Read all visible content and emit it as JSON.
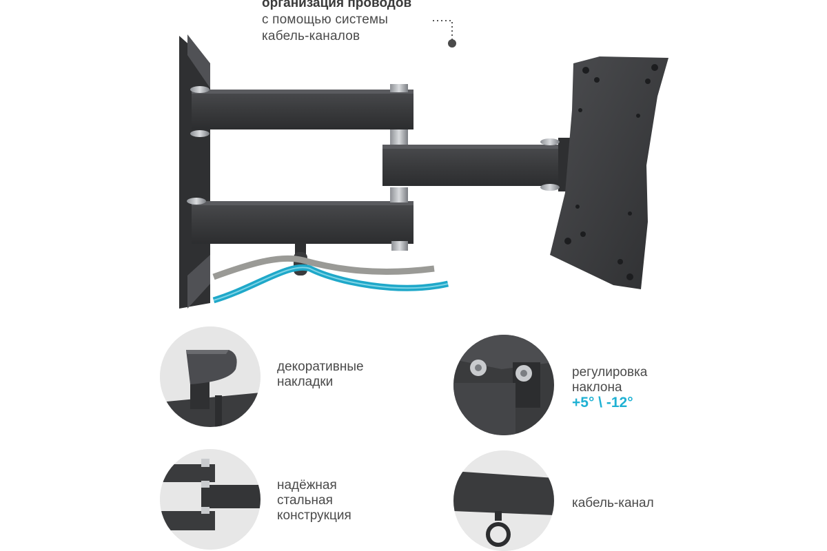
{
  "top_caption": {
    "line1": "организация проводов",
    "line2": "с помощью системы",
    "line3": "кабель-каналов"
  },
  "features": [
    {
      "lines": [
        "декоративные",
        "накладки"
      ],
      "icon": "decorative-cap-detail"
    },
    {
      "lines": [
        "регулировка",
        "наклона"
      ],
      "accent": "+5° \\ -12°",
      "icon": "tilt-bracket-detail"
    },
    {
      "lines": [
        "надёжная",
        "стальная",
        "конструкция"
      ],
      "icon": "steel-arm-detail"
    },
    {
      "lines": [
        "кабель-канал"
      ],
      "icon": "cable-hook-detail"
    }
  ],
  "colors": {
    "metal": "#3b3b3d",
    "metal_light": "#55565a",
    "cable_blue": "#1fa8c9",
    "cable_gray": "#9a9a96",
    "accent": "#1fb1d3"
  }
}
